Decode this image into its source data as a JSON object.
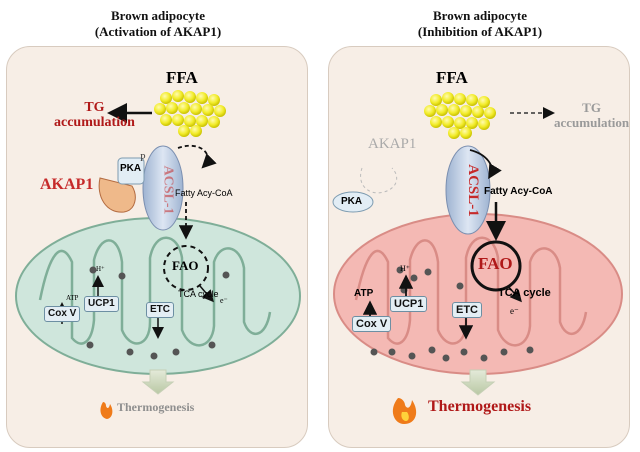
{
  "left": {
    "title_line1": "Brown adipocyte",
    "title_line2": "(Activation of AKAP1)",
    "ffa": "FFA",
    "tg_line1": "TG",
    "tg_line2": "accumulation",
    "akap1": "AKAP1",
    "pka": "PKA",
    "p": "P",
    "acsl": "ACSL-1",
    "fatty_acyl": "Fatty Acy-CoA",
    "fao": "FAO",
    "tca": "TCA cycle",
    "etc": "ETC",
    "ucp1": "UCP1",
    "coxv": "Cox V",
    "atp": "ATP",
    "hplus": "H⁺",
    "eminus": "e⁻",
    "thermogenesis": "Thermogenesis"
  },
  "right": {
    "title_line1": "Brown adipocyte",
    "title_line2": "(Inhibition of AKAP1)",
    "ffa": "FFA",
    "tg_line1": "TG",
    "tg_line2": "accumulation",
    "akap1": "AKAP1",
    "pka": "PKA",
    "acsl": "ACSL-1",
    "fatty_acyl": "Fatty Acy-CoA",
    "fao": "FAO",
    "tca": "TCA cycle",
    "etc": "ETC",
    "ucp1": "UCP1",
    "coxv": "Cox V",
    "atp": "ATP",
    "hplus": "H⁺",
    "eminus": "e⁻",
    "thermogenesis": "Thermogenesis"
  },
  "colors": {
    "mito_left": "#cfe6dc",
    "mito_right": "#f4b9b4",
    "droplet": "#f2ec2a",
    "tg_active": "#b01919",
    "tg_inactive": "#9a9a9a",
    "akap1_active": "#c62a2a",
    "acsl_text": "#c62a2a"
  }
}
